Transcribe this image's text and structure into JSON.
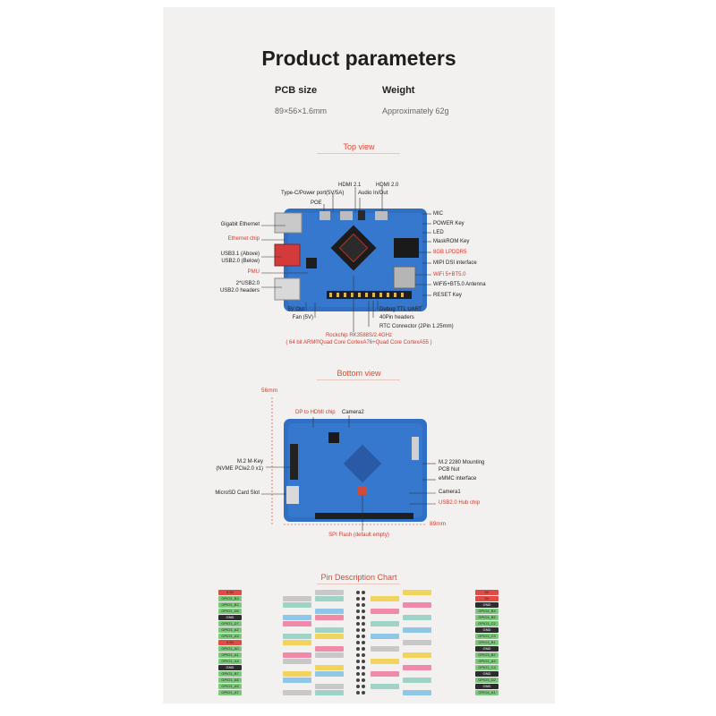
{
  "title": "Product parameters",
  "specs": [
    {
      "label": "PCB size",
      "value": "89×56×1.6mm"
    },
    {
      "label": "Weight",
      "value": "Approximately 62g"
    }
  ],
  "top_view": {
    "heading": "Top view",
    "labels_top": [
      "HDMI 2.1",
      "HDMI 2.0",
      "Type-C/Power port(5V/5A)",
      "Audio In/Out",
      "POE"
    ],
    "labels_left": [
      "Gigabit Ethernet",
      "Ethernet chip",
      "USB3.1 (Above)",
      "USB2.0 (Below)",
      "PMU",
      "2*USB2.0",
      "USB2.0 headers"
    ],
    "labels_right": [
      "MIC",
      "POWER Key",
      "LED",
      "MaskROM Key",
      "8GB LPDDR5",
      "MIPI DSI interface",
      "WiFi 5+BT5.0",
      "WiFi5+BT5.0 Antenna",
      "RESET Key"
    ],
    "labels_bottom": [
      "5V Out",
      "Fan (5V)",
      "Debug TTL UART",
      "40Pin headers",
      "RTC Connector (2Pin 1.25mm)"
    ],
    "soc_line1": "Rockchip RK3588S/2.4GHz",
    "soc_line2": "( 64 bit ARM®Quad Core CortexA76+Quad Core CortexA55 )"
  },
  "bottom_view": {
    "heading": "Bottom view",
    "dim_width": "56mm",
    "dim_length": "89mm",
    "labels": [
      "DP to HDMI chip",
      "Camera2",
      "M.2 M-Key",
      "(NVME PCIe2.0 x1)",
      "M.2 2280 Mounting",
      "PCB Nut",
      "eMMC interface",
      "MicroSD Card Slot",
      "Camera1",
      "USB2.0 Hub chip",
      "SPI Flash (default empty)"
    ]
  },
  "pin_chart": {
    "heading": "Pin Description Chart",
    "left_labels": [
      "3.3V",
      "GPIO1_B3",
      "GPIO1_B2",
      "GPIO1_D6",
      "GND",
      "GPIO1_D7",
      "GPIO1_A2",
      "GPIO1_A3",
      "3.3V",
      "GPIO1_A0",
      "GPIO1_A1",
      "GPIO1_A4",
      "GND",
      "GPIO1_B7",
      "GPIO1_A6",
      "GPIO1_A5",
      "GPIO1_A7"
    ],
    "right_labels": [
      "5V",
      "5V",
      "GND",
      "GPIO4_B4",
      "GPIO4_B5",
      "GPIO3_C2",
      "GND",
      "GPIO3_C3",
      "GPIO3_B1",
      "GND",
      "GPIO3_B2",
      "GPIO1_A4",
      "GPIO1_C4",
      "GND",
      "GPIO3_D2",
      "GND",
      "GPIO4_A1"
    ],
    "colors": {
      "power": "#e04b45",
      "gpio": "#7dc97b",
      "gnd": "#2d2d2d",
      "uart": "#f08aa8",
      "i2c": "#c8c8c8",
      "spi": "#9fd3c7",
      "pwm": "#f2d35b",
      "can": "#8fc7e8"
    }
  }
}
